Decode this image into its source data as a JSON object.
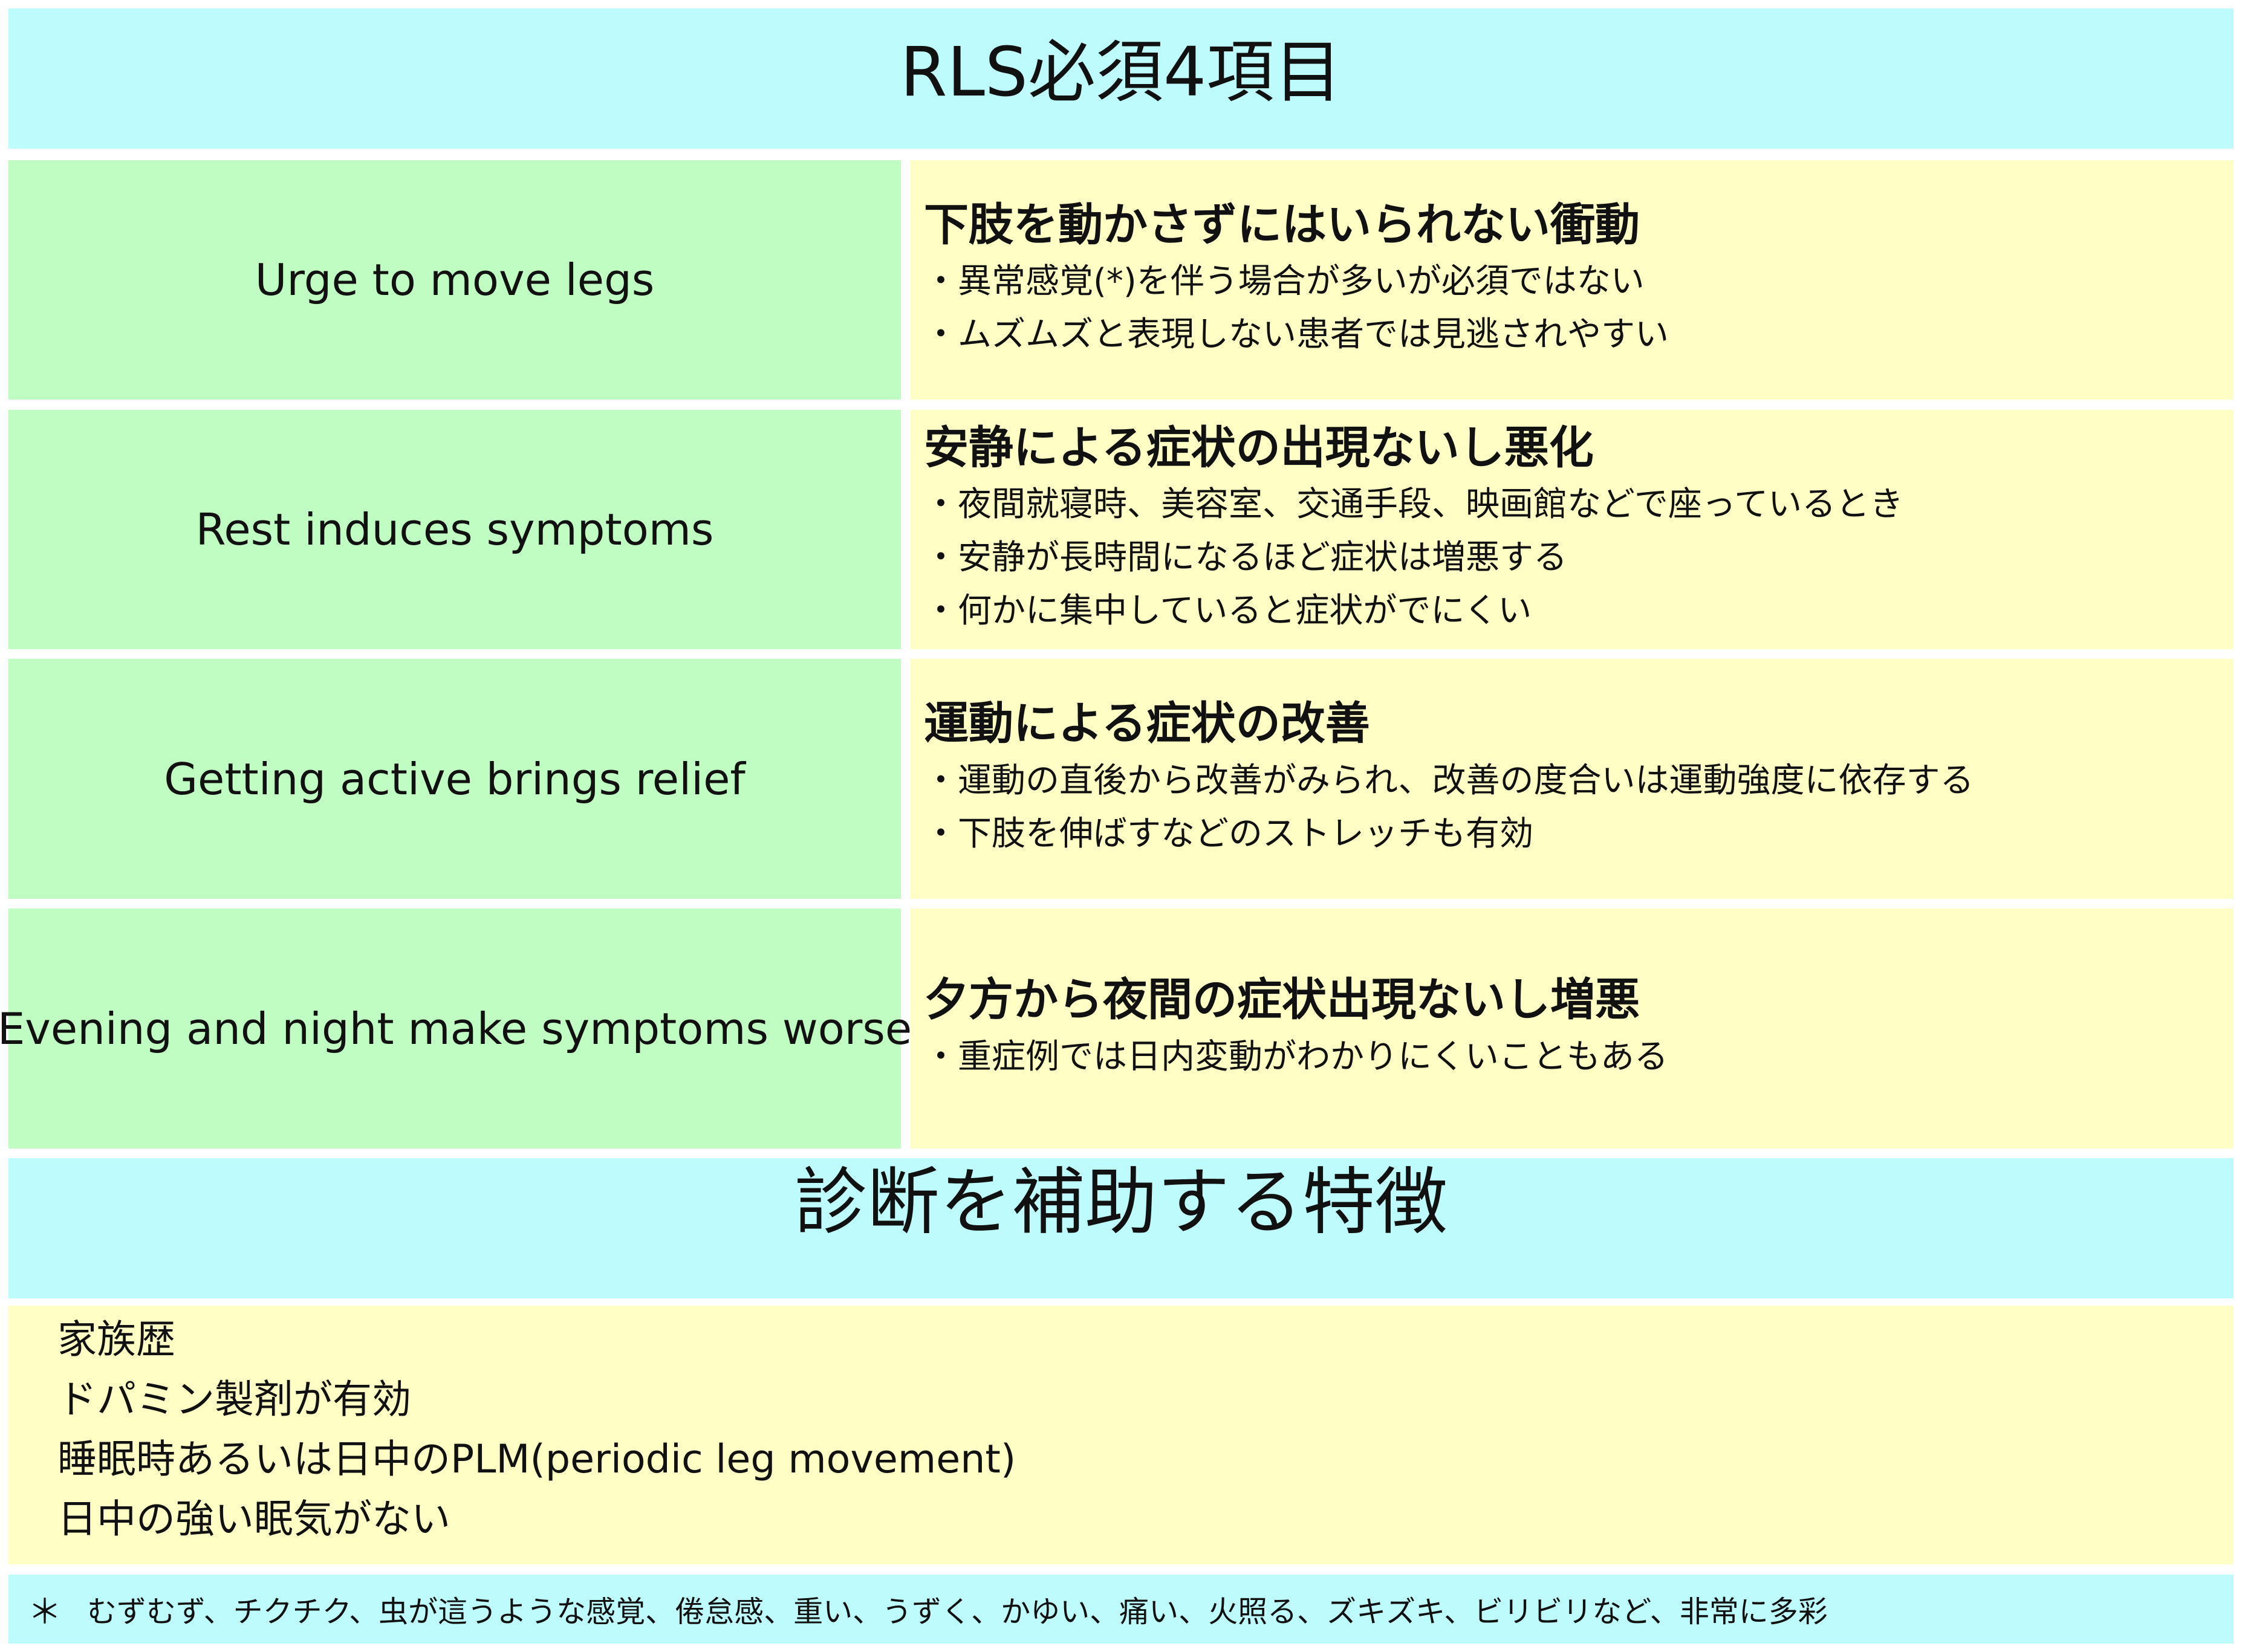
{
  "main_title": "RLS必須4項目",
  "criteria": [
    {
      "label": "Urge to move legs",
      "heading": "下肢を動かさずにはいられない衝動",
      "bullets": [
        "・異常感覚(*)を伴う場合が多いが必須ではない",
        "・ムズムズと表現しない患者では見逃されやすい"
      ]
    },
    {
      "label": "Rest induces symptoms",
      "heading": "安静による症状の出現ないし悪化",
      "bullets": [
        "・夜間就寝時、美容室、交通手段、映画館などで座っているとき",
        "・安静が長時間になるほど症状は増悪する",
        "・何かに集中していると症状がでにくい"
      ]
    },
    {
      "label": "Getting active brings relief",
      "heading": "運動による症状の改善",
      "bullets": [
        "・運動の直後から改善がみられ、改善の度合いは運動強度に依存する",
        "・下肢を伸ばすなどのストレッチも有効"
      ]
    },
    {
      "label": "Evening and night make symptoms worse",
      "heading": "夕方から夜間の症状出現ないし増悪",
      "bullets": [
        "・重症例では日内変動がわかりにくいこともある"
      ]
    }
  ],
  "supportive": {
    "title": "診断を補助する特徴",
    "items": [
      "家族歴",
      "ドパミン製剤が有効",
      "睡眠時あるいは日中のPLM(periodic leg movement)",
      "日中の強い眠気がない"
    ]
  },
  "footnote": {
    "mark": "＊",
    "text": "むずむず、チクチク、虫が這うような感覚、倦怠感、重い、うずく、かゆい、痛い、火照る、ズキズキ、ビリビリなど、非常に多彩"
  },
  "colors": {
    "header_bg": "#bdfbfc",
    "label_bg": "#c0fdc2",
    "description_bg": "#fffec4"
  }
}
